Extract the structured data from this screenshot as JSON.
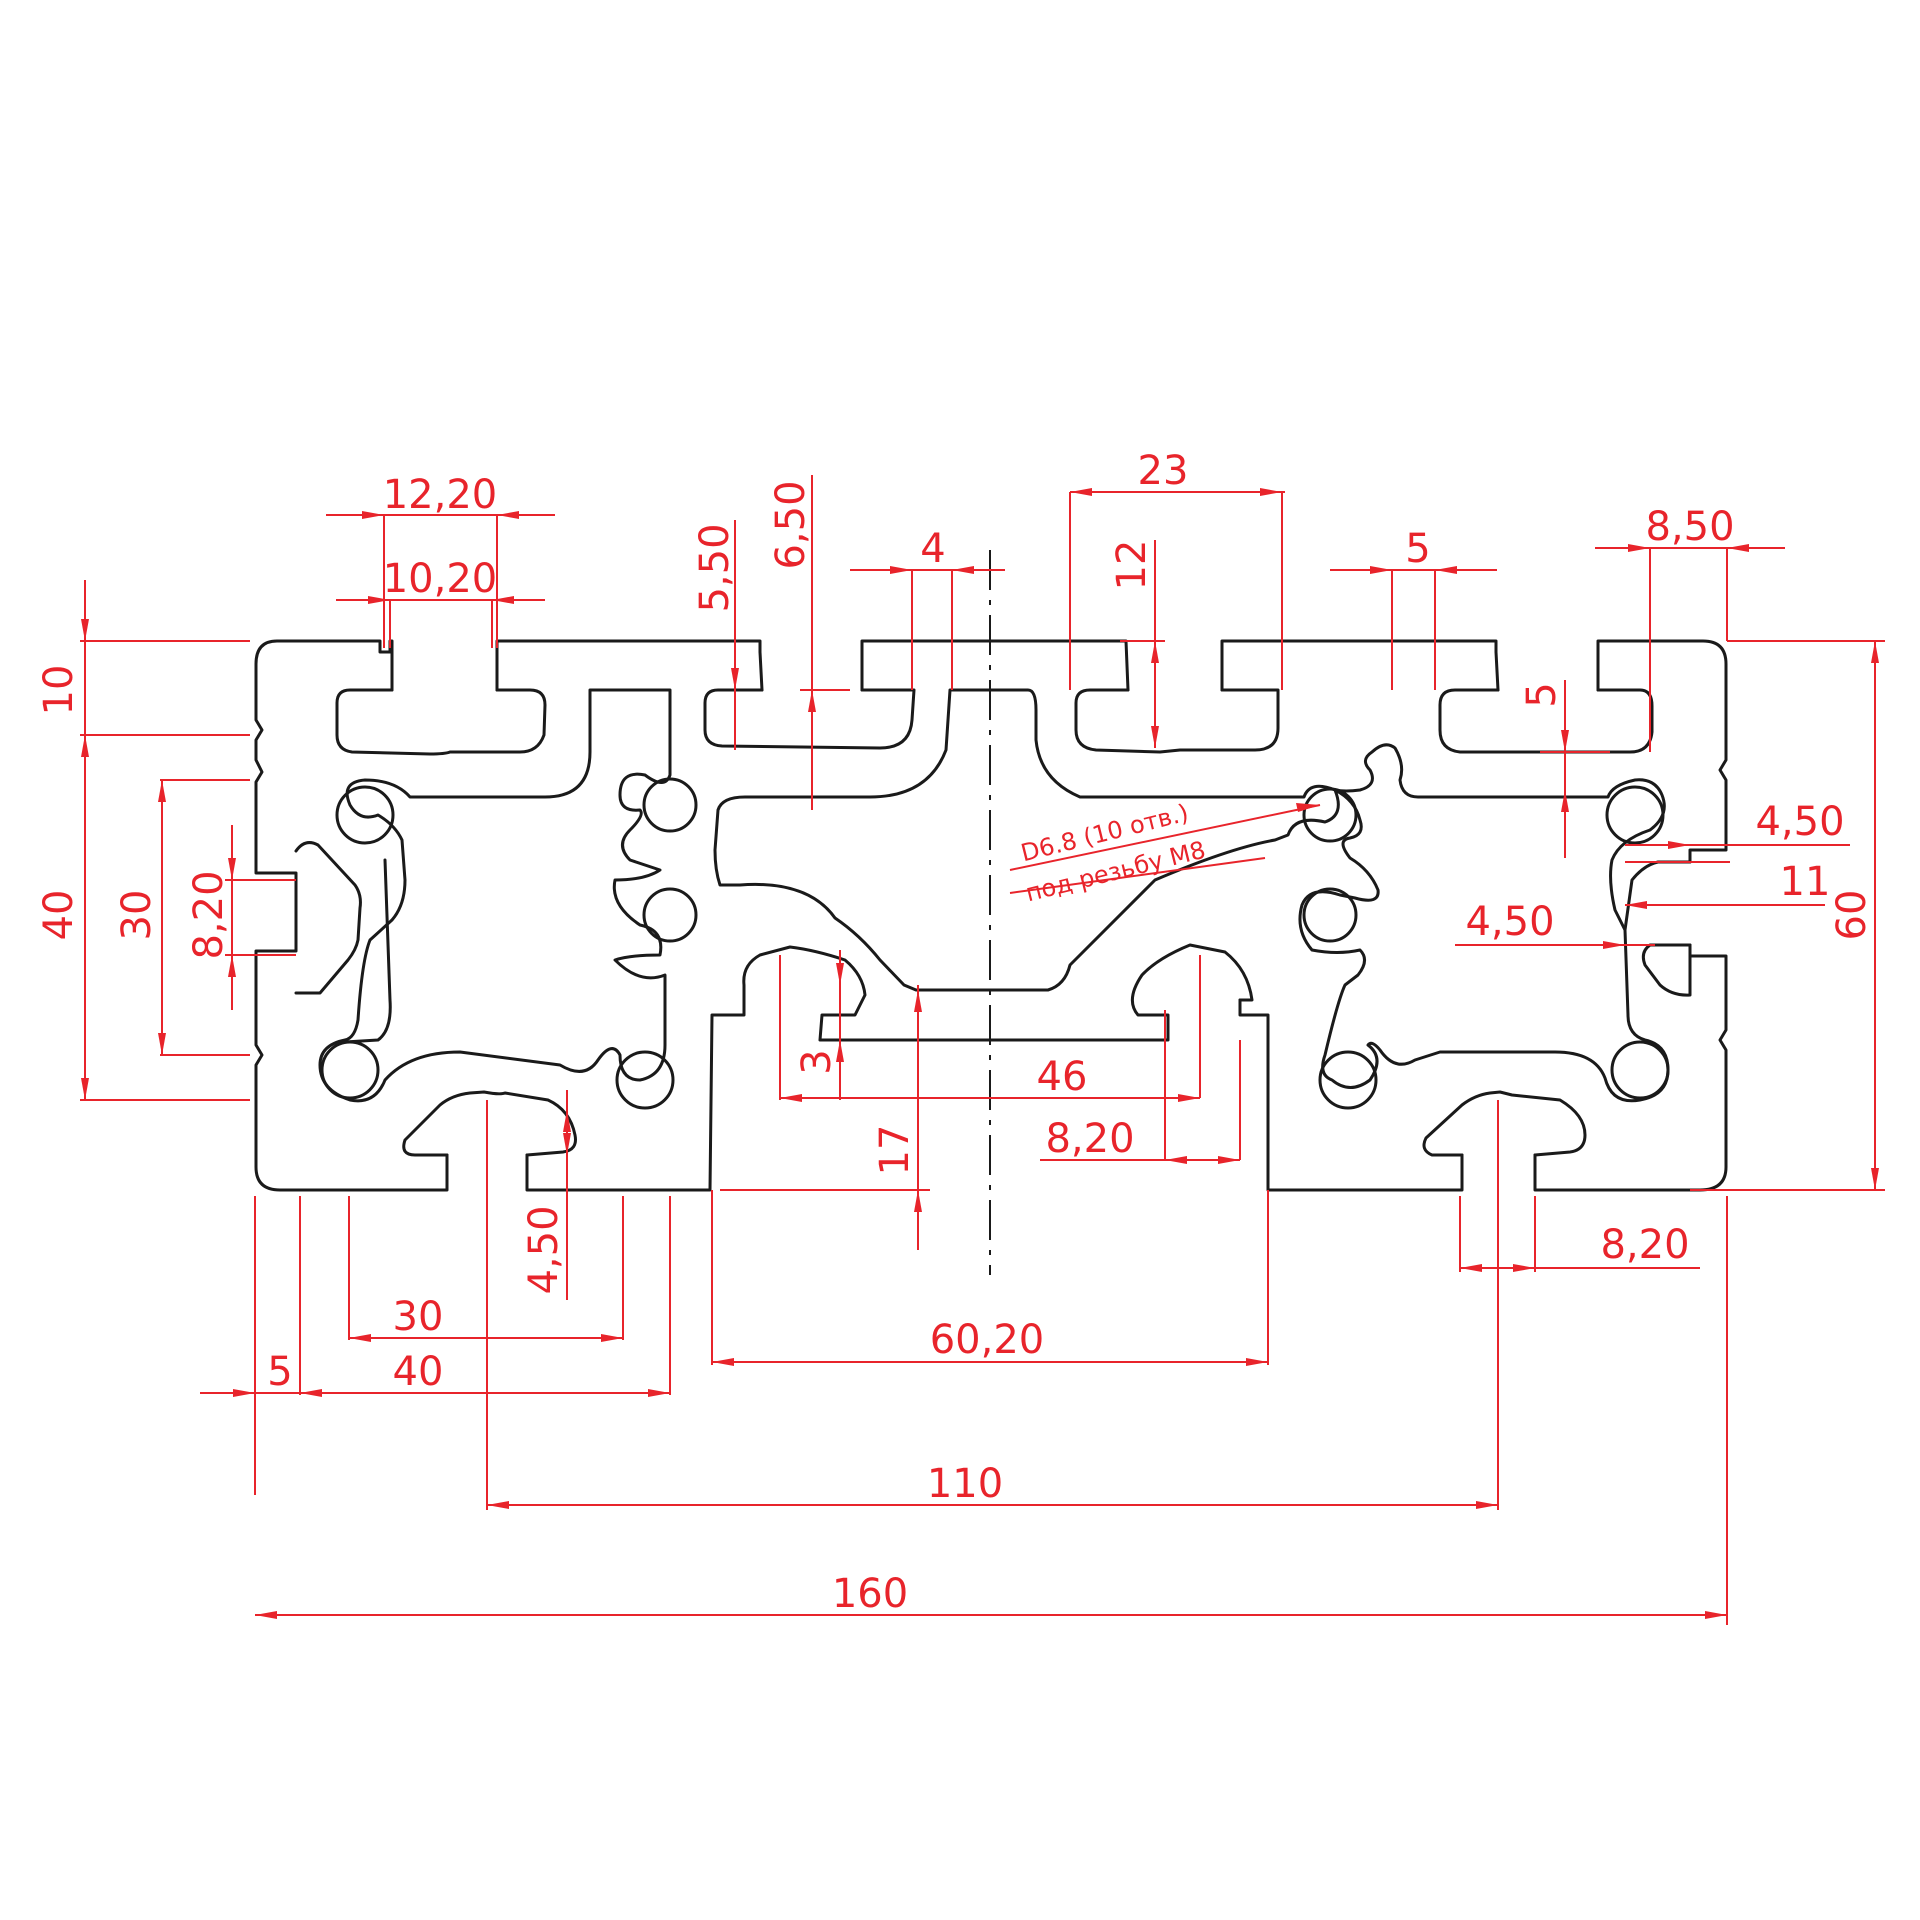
{
  "dimensions": {
    "top_slot_outer": "12,20",
    "top_slot_inner": "10,20",
    "slot_depth_a": "5,50",
    "slot_depth_b": "6,50",
    "center_slot_width": "4",
    "center_channel": "23",
    "center_depth": "12",
    "right_slot_width": "5",
    "right_edge_slot": "8,50",
    "left_top": "10",
    "left_middle": "40",
    "left_inner": "30",
    "left_slot": "8,20",
    "right_slot_depth": "5",
    "right_lip": "4,50",
    "right_slot_offset": "11",
    "right_inner_lip": "4,50",
    "height": "60",
    "lip_height": "3",
    "center_span": "46",
    "bottom_slot_width": "8,20",
    "rib_height": "17",
    "bottom_slot_depth": "4,50",
    "bottom_right_slot": "8,20",
    "bottom_span_30": "30",
    "bottom_span_40": "40",
    "edge_5": "5",
    "center_gap": "60,20",
    "slot_pitch": "110",
    "overall_width": "160"
  },
  "notes": {
    "hole_line1": "D6.8 (10 отв.)",
    "hole_line2": "под резьбу М8"
  }
}
